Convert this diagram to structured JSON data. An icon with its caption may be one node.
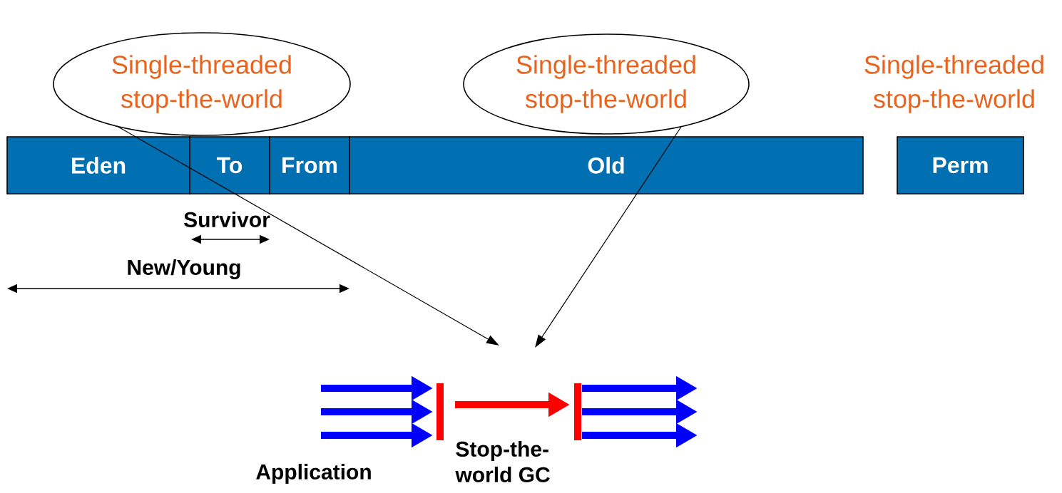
{
  "diagram": {
    "nodes": [
      {
        "text": [
          "Eden"
        ]
      },
      {
        "text": [
          "To"
        ]
      },
      {
        "text": [
          "From"
        ]
      },
      {
        "text": [
          "Old"
        ]
      },
      {
        "text": [
          "Perm"
        ]
      },
      {
        "text": [
          "Single-threaded stop-the-world"
        ]
      },
      {
        "text": [
          "Single-threaded stop-the-world"
        ]
      },
      {
        "text": [],
        "shape": "bar"
      },
      {
        "text": [],
        "shape": "bar"
      }
    ],
    "edges": [
      {
        "from": 5,
        "to": null,
        "arrow": "to",
        "color": "#000000"
      },
      {
        "from": 6,
        "to": null,
        "arrow": "to",
        "color": "#000000"
      },
      {
        "from": null,
        "to": 7,
        "arrow": "to"
      },
      {
        "from": null,
        "to": 7,
        "arrow": "to"
      },
      {
        "from": null,
        "to": 7,
        "arrow": "to"
      },
      {
        "from": 7,
        "to": 8,
        "arrow": "to",
        "color": "#ff0000"
      },
      {
        "from": 8,
        "to": null,
        "arrow": "to"
      },
      {
        "from": 8,
        "to": null,
        "arrow": "to"
      },
      {
        "from": 8,
        "to": null,
        "arrow": "to"
      }
    ],
    "labels": [
      "Single-threaded stop-the-world",
      "Survivor",
      "New/Young",
      "Application",
      "Stop-the-world GC"
    ]
  }
}
